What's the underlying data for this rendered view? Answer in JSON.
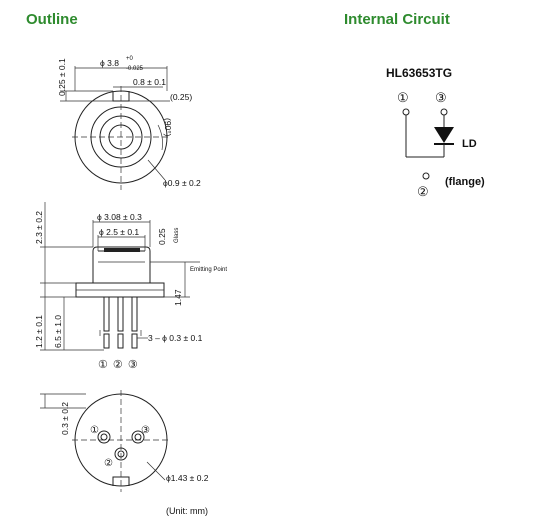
{
  "headers": {
    "outline": "Outline",
    "internal_circuit": "Internal Circuit"
  },
  "top_view": {
    "dia_body": "ϕ 3.8",
    "tol_plus": "+0",
    "tol_minus": "-0.025",
    "notch_width": "0.8 ± 0.1",
    "notch_depth": "(0.25)",
    "angle": "(90°)",
    "pin_circle": "ϕ0.9 ± 0.2",
    "left_dim": "0.25 ± 0.1"
  },
  "side_view": {
    "cap_dia": "ϕ 3.08 ± 0.3",
    "window_dia": "ϕ 2.5 ± 0.1",
    "glass_thk": "0.25",
    "glass_label": "Glass",
    "emitting_point": "Emitting Point",
    "ep_height": "1.47",
    "cap_height": "2.3 ± 0.2",
    "base_thk": "1.2 ± 0.1",
    "lead_len": "6.5 ± 1.0",
    "lead_dia": "3 – ϕ 0.3 ± 0.1",
    "pin_numbers": "① ② ③"
  },
  "bottom_view": {
    "left_dim": "0.3 ± 0.2",
    "pin1": "①",
    "pin2": "②",
    "pin3": "③",
    "pcd": "ϕ1.43 ± 0.2"
  },
  "unit_note": "(Unit: mm)",
  "circuit": {
    "part_number": "HL63653TG",
    "pin1": "①",
    "pin3": "③",
    "pin2": "②",
    "ld_label": "LD",
    "flange_label": "(flange)"
  }
}
